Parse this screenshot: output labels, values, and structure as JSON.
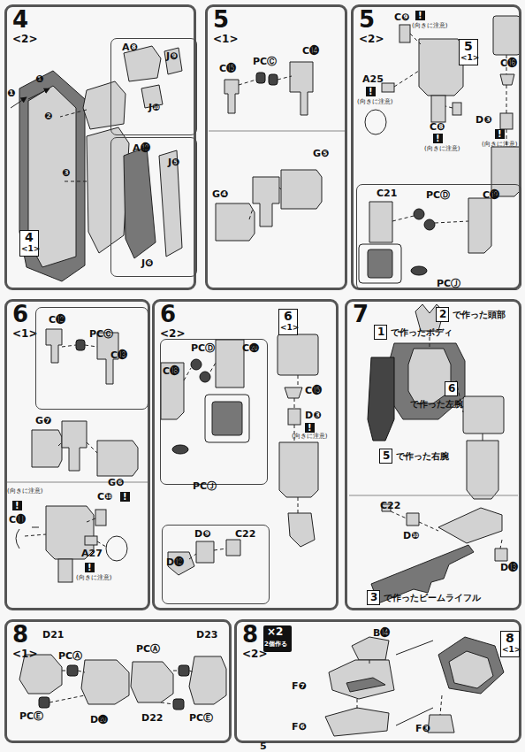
{
  "diagram": {
    "nodes": [
      {
        "text": [
          "4",
          "<2>"
        ]
      },
      {
        "text": [
          "A❽",
          "J❾",
          "J❿"
        ],
        "in": 0
      },
      {
        "text": [
          "A⓬",
          "J❺",
          "J❻"
        ],
        "in": 0
      },
      {
        "text": [
          "4",
          "<1>"
        ],
        "in": 0
      },
      {
        "text": [
          "5",
          "<1>"
        ]
      },
      {
        "text": [
          "5",
          "<2>"
        ]
      },
      {
        "text": [
          "5",
          "<1>"
        ],
        "in": 5
      },
      {
        "text": [
          "C21",
          "PCⒹ",
          "C⓳",
          "PCⒿ"
        ],
        "in": 5
      },
      {
        "text": [
          "6",
          "<1>"
        ]
      },
      {
        "text": [
          "C⓬",
          "PCⒸ",
          "C⓭"
        ],
        "in": 8
      },
      {
        "text": [
          "6",
          "<2>"
        ]
      },
      {
        "text": [
          "PCⒹ",
          "C⓴",
          "C⓲",
          "PCⒿ"
        ],
        "in": 10
      },
      {
        "text": [
          "6",
          "<1>"
        ],
        "in": 10
      },
      {
        "text": [
          "D❾",
          "C22",
          "D⓬"
        ],
        "in": 10
      },
      {
        "text": [
          "7"
        ]
      },
      {
        "text": [
          "2",
          "で作った頭部"
        ],
        "in": 14
      },
      {
        "text": [
          "1",
          "で作ったボディ"
        ],
        "in": 14
      },
      {
        "text": [
          "6",
          "で作った左腕"
        ],
        "in": 14
      },
      {
        "text": [
          "5",
          "で作った右腕"
        ],
        "in": 14
      },
      {
        "text": [
          "3",
          "で作ったビームライフル"
        ],
        "in": 14
      },
      {
        "text": [
          "8",
          "<1>"
        ]
      },
      {
        "text": [
          "8",
          "<2>"
        ]
      },
      {
        "text": [
          "×2",
          "2個作る"
        ],
        "in": 21
      },
      {
        "text": [
          "8",
          "<1>"
        ],
        "in": 21
      }
    ],
    "labels": [
      "❶",
      "❶",
      "❷",
      "❸",
      "C⓯",
      "PCⒸ",
      "C⓮",
      "G❺",
      "G❹",
      "C❾",
      "!",
      "(向きに注意)",
      "A25",
      "!",
      "(向きに注意)",
      "C❽",
      "!",
      "(向きに注意)",
      "C⓰",
      "D❸",
      "!",
      "(向きに注意)",
      "G❼",
      "G❻",
      "C❿",
      "!",
      "(向きに注意)",
      "!",
      "C⓫",
      "A27",
      "!",
      "(向きに注意)",
      "C⓯",
      "D❸",
      "!",
      "(向きに注意)",
      "C22",
      "D❿",
      "D⓭",
      "D21",
      "PCⒶ",
      "PCⒺ",
      "D⓴",
      "D23",
      "PCⒶ",
      "D22",
      "PCⒺ",
      "B⓮",
      "F❼",
      "F❻",
      "F❸",
      "5"
    ]
  }
}
